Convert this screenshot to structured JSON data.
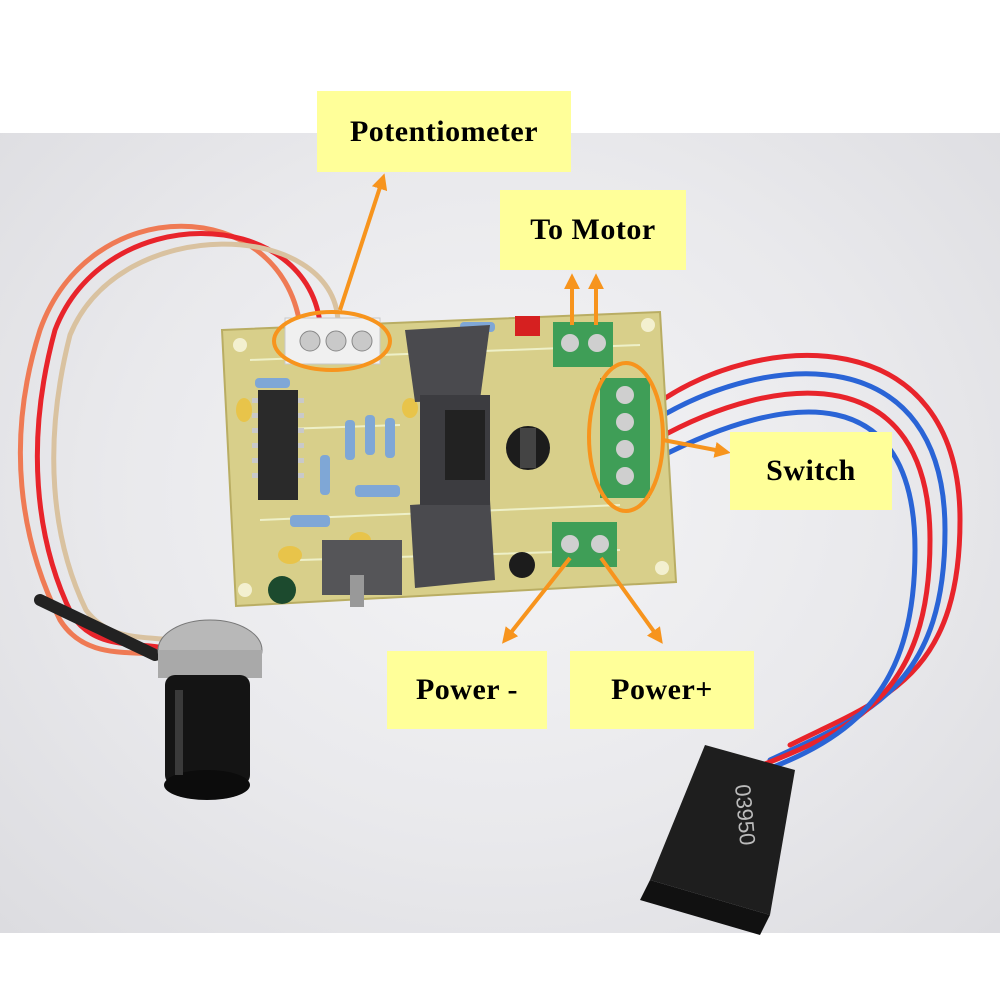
{
  "labels": {
    "potentiometer": "Potentiometer",
    "to_motor": "To Motor",
    "switch": "Switch",
    "power_minus": "Power -",
    "power_plus": "Power+"
  },
  "components": {
    "switch_marking": "03950"
  },
  "colors": {
    "callout_fill": "#ffff99",
    "arrow": "#f7941d",
    "pcb": "#d8cf8a",
    "terminal_green": "#3f9e57",
    "wire_red": "#e8242b",
    "wire_blue": "#2a64d6",
    "wire_orange": "#ef7a54"
  },
  "icons": [
    "potentiometer-knob-icon",
    "rocker-switch-icon",
    "heatsink-icon",
    "chip-icon"
  ]
}
